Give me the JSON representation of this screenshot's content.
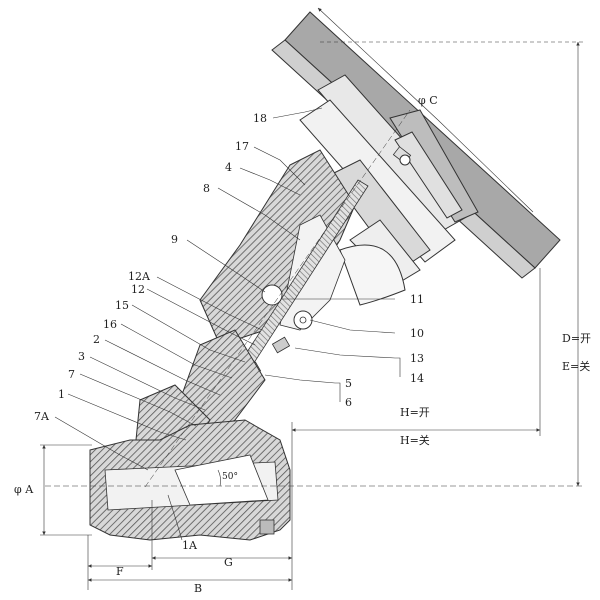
{
  "callouts": {
    "p18": "18",
    "p17": "17",
    "p4": "4",
    "p8": "8",
    "p9": "9",
    "p12A": "12A",
    "p12": "12",
    "p15": "15",
    "p16": "16",
    "p2": "2",
    "p3": "3",
    "p7": "7",
    "p1": "1",
    "p7A": "7A",
    "p11": "11",
    "p10": "10",
    "p13": "13",
    "p14": "14",
    "p5": "5",
    "p6": "6",
    "p1A": "1A"
  },
  "dimensions": {
    "phiC": "φ C",
    "phiA": "φ A",
    "D": "D=开",
    "E": "E=关",
    "H_open": "H=开",
    "H_close": "H=关",
    "angle": "50°",
    "F": "F",
    "G": "G",
    "B": "B"
  },
  "colors": {
    "line": "#333333",
    "body_gray": "#9a9a9a",
    "stem_gray": "#cfcfcf"
  }
}
